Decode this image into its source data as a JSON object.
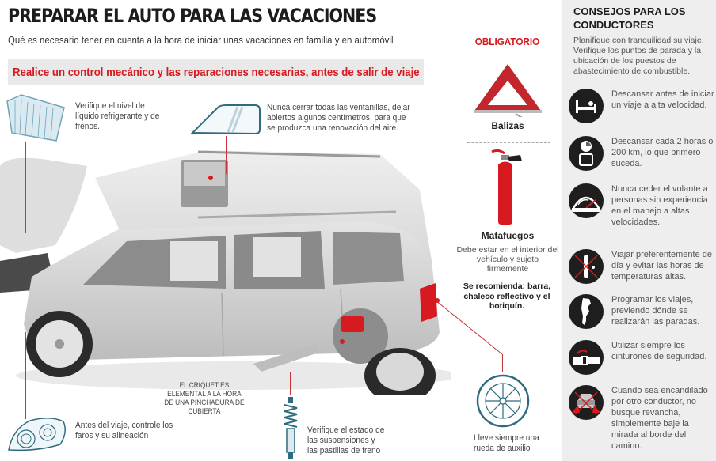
{
  "header": {
    "title": "PREPARAR EL AUTO PARA LAS VACACIONES",
    "subtitle": "Qué es necesario tener en cuenta a la hora de iniciar unas vacaciones en familia y en automóvil",
    "banner": "Realice un control mecánico y las reparaciones necesarias, antes de salir de viaje"
  },
  "callouts": {
    "radiator": "Verifique el nivel de líquido refrigerante y de frenos.",
    "window": "Nunca cerrar todas las ventanillas, dejar abiertos algunos centímetros, para que se produzca una renovación del aire.",
    "headlight": "Antes del viaje, controle los faros y su alineación",
    "jack": "EL CRIQUET ES ELEMENTAL A LA HORA DE UNA PINCHADURA DE CUBIERTA",
    "suspension": "Verifique el estado de las suspensiones y las pastillas de freno",
    "spare_wheel": "Lleve siempre una rueda de auxilio"
  },
  "obligatorio": {
    "title": "OBLIGATORIO",
    "items": [
      {
        "icon": "warning-triangle-icon",
        "label": "Balizas"
      },
      {
        "icon": "fire-extinguisher-icon",
        "label": "Matafuegos",
        "desc": "Debe estar en el interior del vehículo y sujeto firmemente"
      }
    ],
    "recommendation": "Se recomienda: barra, chaleco reflectivo y el botiquín."
  },
  "sidebar": {
    "title": "CONSEJOS PARA LOS CONDUCTORES",
    "intro": "Planifique con tranquilidad su viaje. Verifique los puntos de parada y la ubicación de los puestos de abastecimiento de combustible.",
    "tips": [
      {
        "icon": "bed-icon",
        "text": "Descansar antes de iniciar un viaje a alta velocidad."
      },
      {
        "icon": "rest-clock-icon",
        "text": "Descansar cada 2 horas o 200 km, lo que primero suceda."
      },
      {
        "icon": "speedometer-icon",
        "text": "Nunca ceder el volante a personas sin experiencia en el manejo a altas velocidades."
      },
      {
        "icon": "thermometer-crossed-icon",
        "text": "Viajar preferentemente de día y evitar las horas de temperaturas altas."
      },
      {
        "icon": "argentina-map-icon",
        "text": "Programar los viajes, previendo dónde se realizarán las paradas."
      },
      {
        "icon": "seatbelt-icon",
        "text": "Utilizar siempre los cinturones de seguridad."
      },
      {
        "icon": "car-glare-crossed-icon",
        "text": "Cuando sea encandilado por otro conductor, no busque revancha, simplemente baje la mirada al borde del camino."
      }
    ]
  },
  "colors": {
    "accent_red": "#d71920",
    "banner_bg": "#e9e9e9",
    "sidebar_bg": "#eeeeee",
    "icon_circle": "#1e1e1e",
    "line_icon_blue": "#2f6b7e"
  }
}
